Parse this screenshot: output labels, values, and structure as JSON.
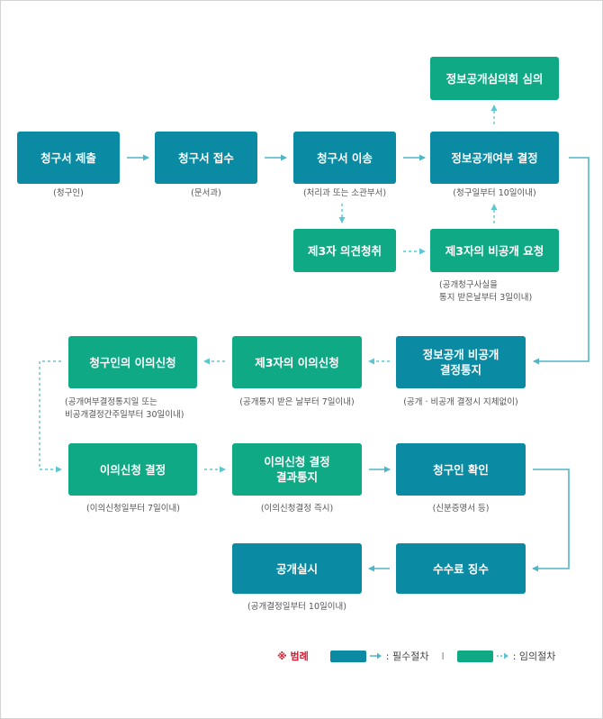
{
  "nodes": {
    "submit": "청구서 제출",
    "receive": "청구서 접수",
    "transfer": "청구서 이송",
    "decision": "정보공개여부 결정",
    "committee": "정보공개심의회 심의",
    "third_opinion": "제3자 의견청취",
    "third_nondisclosure": "제3자의 비공개 요청",
    "nondisclosure_notice": "정보공개 비공개\n결정통지",
    "third_objection": "제3자의 이의신청",
    "claimant_objection": "청구인의 이의신청",
    "objection_decision": "이의신청 결정",
    "objection_result": "이의신청 결정\n결과통지",
    "claimant_confirm": "청구인 확인",
    "fee": "수수료 징수",
    "disclosure": "공개실시"
  },
  "captions": {
    "submit": "(청구인)",
    "receive": "(문서과)",
    "transfer": "(처리과 또는 소관부서)",
    "decision": "(청구일부터 10일이내)",
    "third_nondisclosure": "(공개청구사실을\n통지 받은날부터 3일이내)",
    "nondisclosure_notice": "(공개 · 비공개 결정시 지체없이)",
    "third_objection": "(공개통지 받은 날부터 7일이내)",
    "claimant_objection": "(공개여부결정통지일 또는\n비공개결정간주일부터 30일이내)",
    "objection_decision": "(이의신청일부터 7일이내)",
    "objection_result": "(이의신청결정 즉시)",
    "claimant_confirm": "(신분증명서 등)",
    "disclosure": "(공개결정일부터 10일이내)"
  },
  "legend": {
    "title": "※ 범례",
    "required_label": ": 필수절차",
    "separator": "I",
    "optional_label": ": 임의절차"
  },
  "colors": {
    "required": "#0a8aa3",
    "optional": "#0faa85",
    "required_arrow": "#4fb6c7",
    "optional_arrow": "#5cc7d3",
    "legend_title": "#d4182f"
  }
}
